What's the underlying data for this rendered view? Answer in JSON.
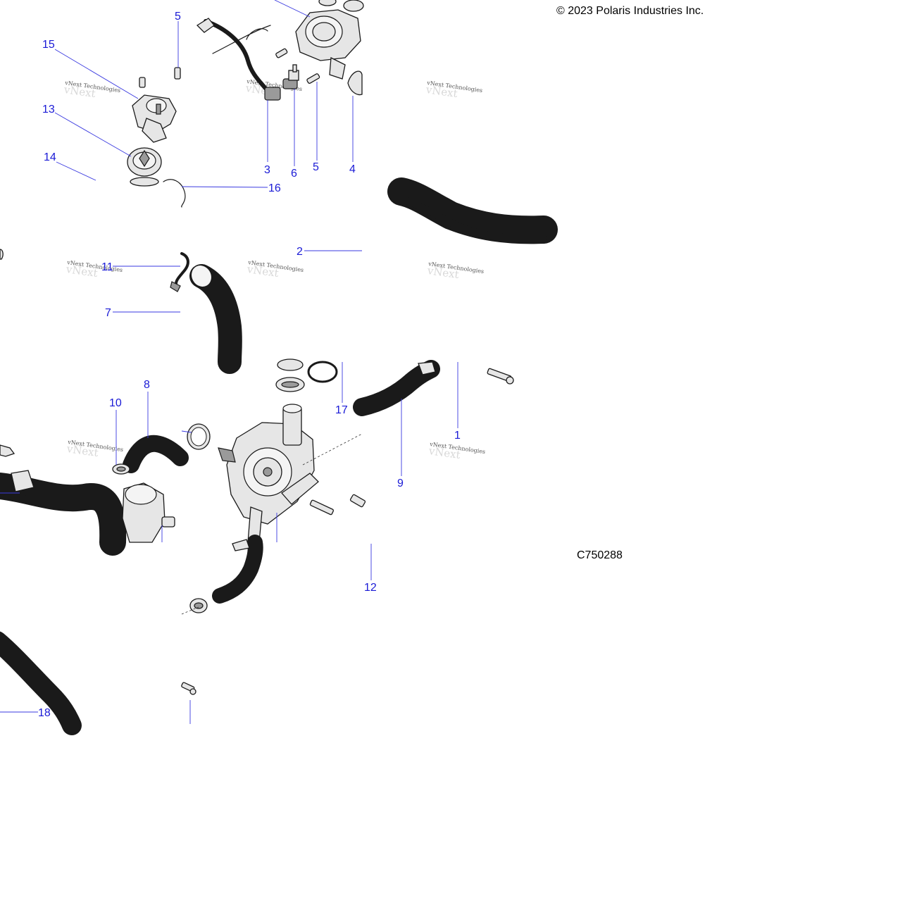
{
  "copyright": "© 2023 Polaris Industries Inc.",
  "drawing_id": "C750288",
  "watermark": "vNext Technologies",
  "callouts": [
    "5",
    "15",
    "13",
    "14",
    "3",
    "6",
    "5",
    "4",
    "16",
    "2",
    "11",
    "7",
    "8",
    "10",
    "17",
    "1",
    "9",
    "12",
    "18"
  ]
}
